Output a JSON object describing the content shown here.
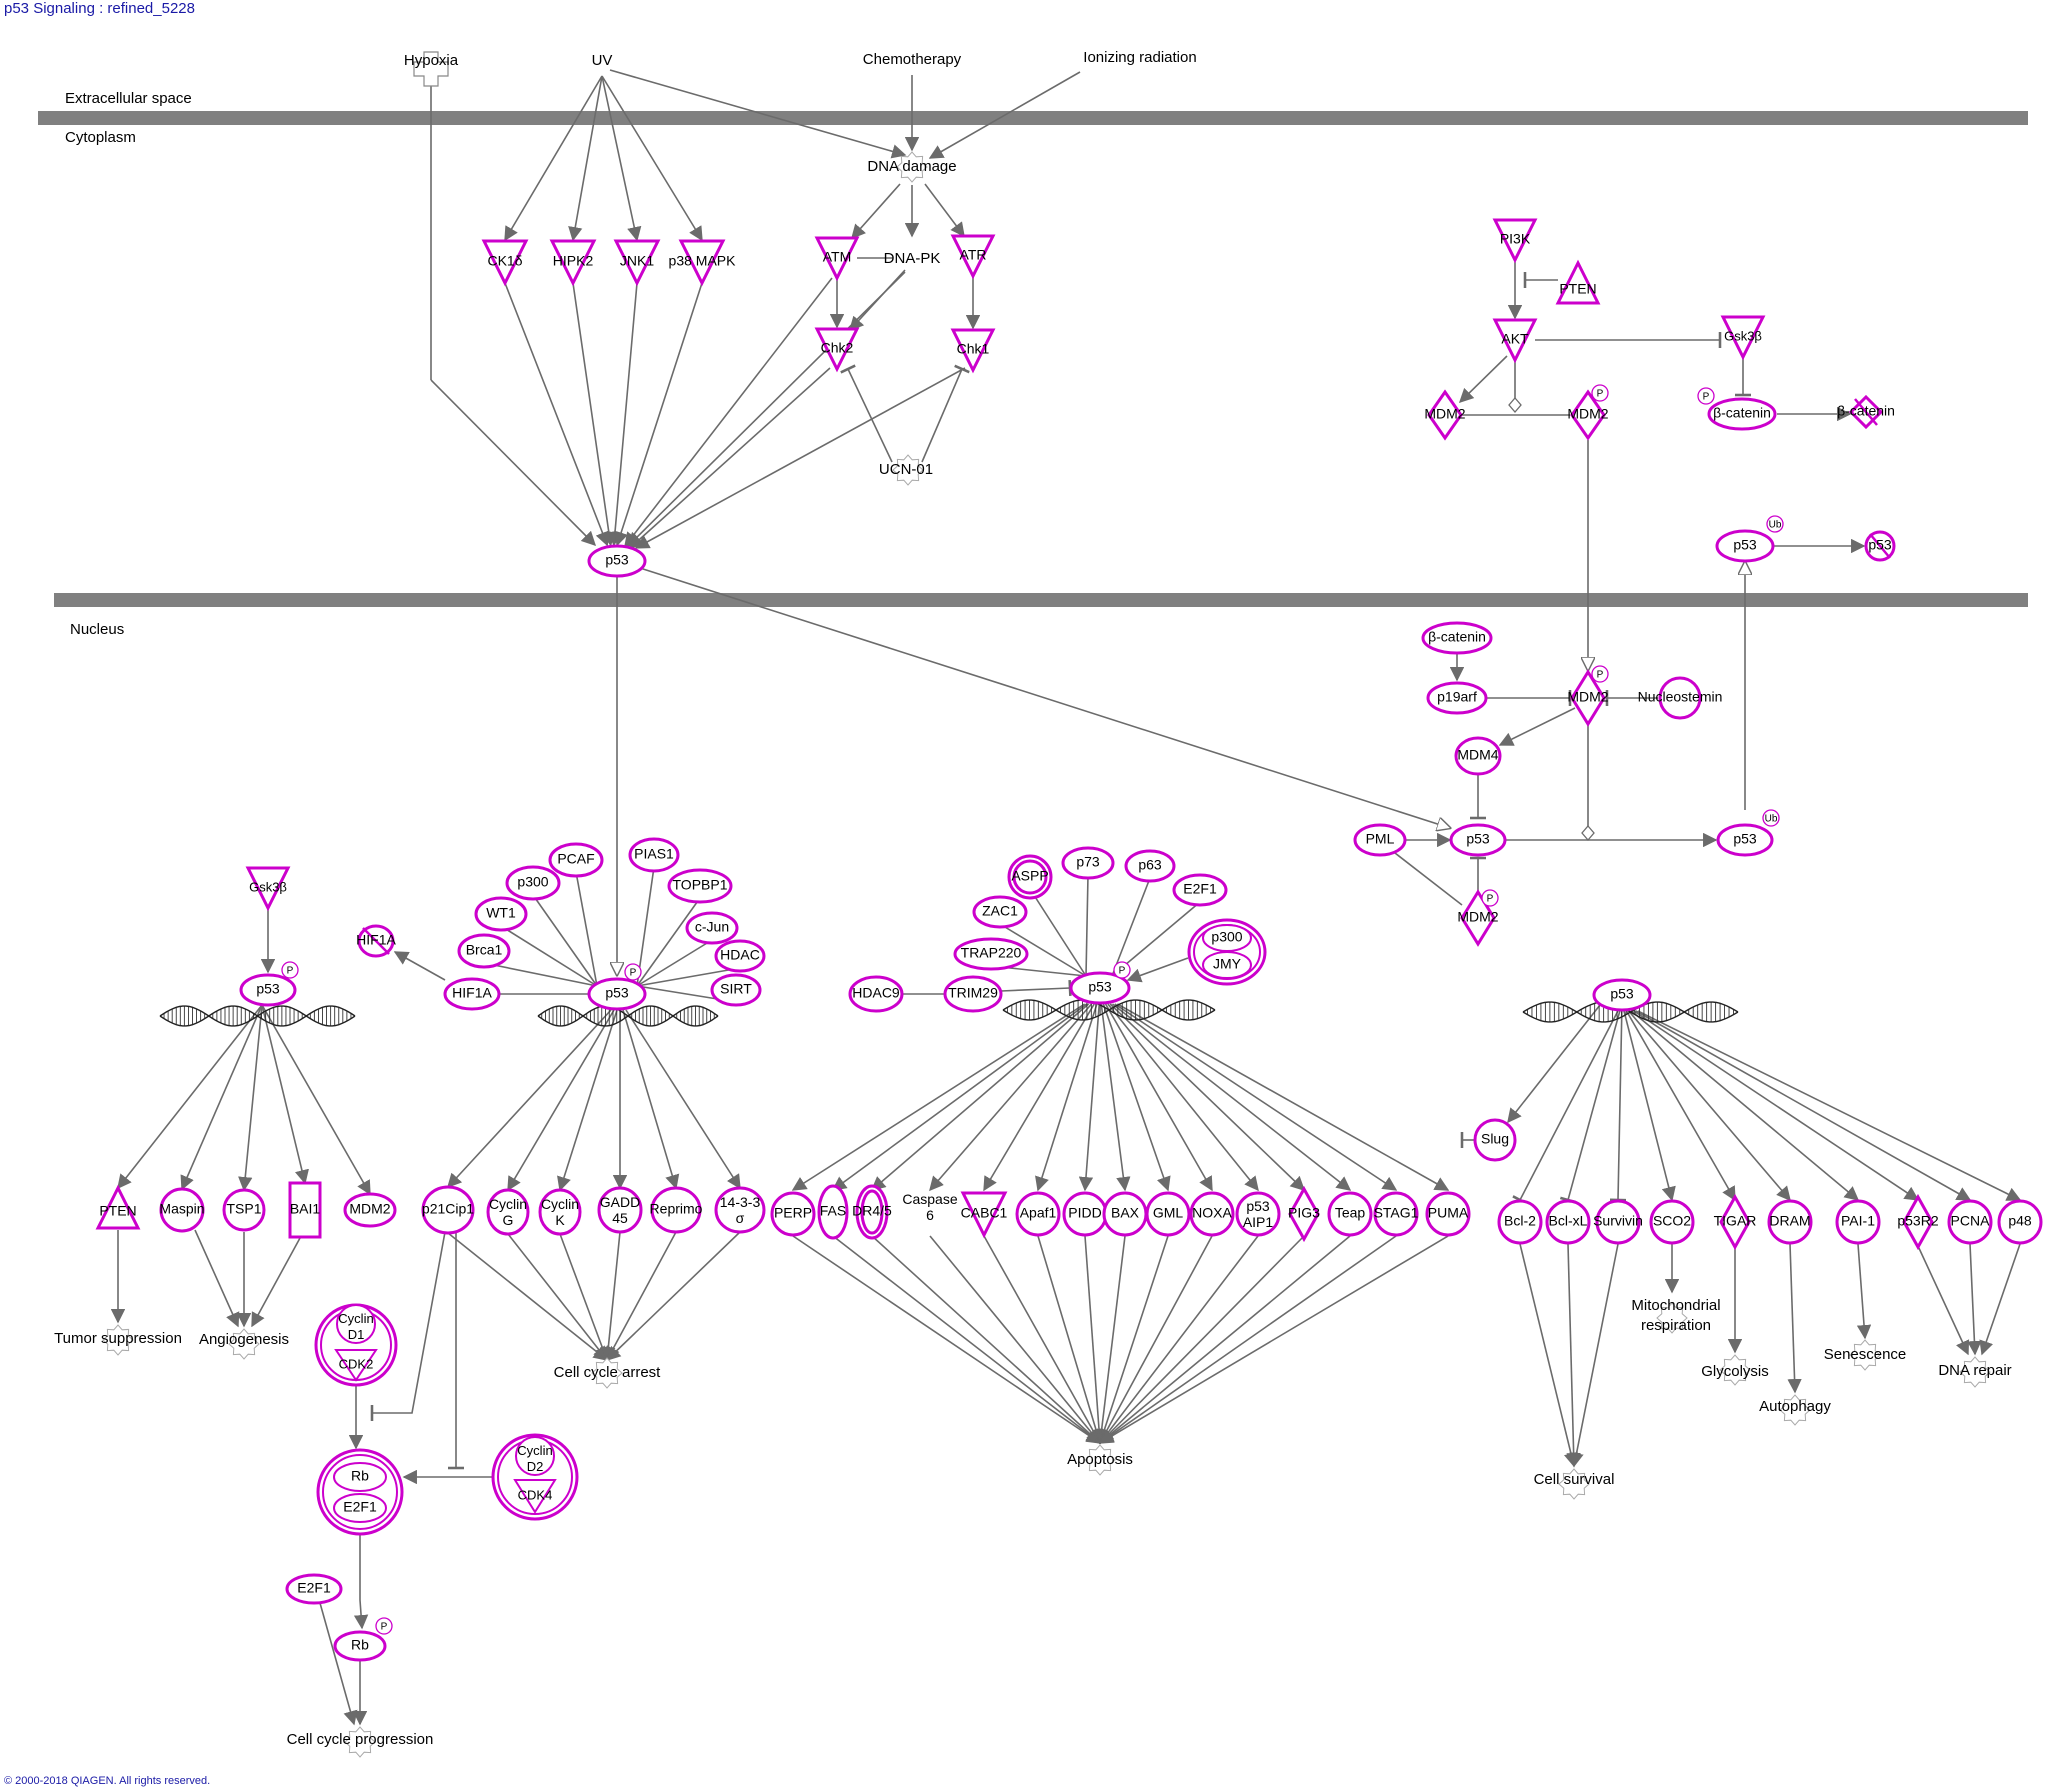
{
  "header": {
    "title": "p53 Signaling : refined_5228"
  },
  "footer": {
    "copyright": "© 2000-2018 QIAGEN. All rights reserved."
  },
  "colors": {
    "node_stroke": "#cc00cc",
    "edge": "#6b6b6b",
    "membrane": "#808080"
  },
  "compartments": [
    "Extracellular space",
    "Cytoplasm",
    "Nucleus"
  ],
  "stimuli": [
    "Hypoxia",
    "UV",
    "Chemotherapy",
    "Ionizing radiation",
    "DNA damage",
    "UCN-01"
  ],
  "nodes": {
    "kinases_uv": [
      "CK1δ",
      "HIPK2",
      "JNK1",
      "p38 MAPK"
    ],
    "damage_kinases": [
      "ATM",
      "DNA-PK",
      "ATR",
      "Chk2",
      "Chk1"
    ],
    "cyto_p53": "p53",
    "pi3k_axis": [
      "PI3K",
      "PTEN",
      "AKT",
      "Gsk3β",
      "MDM2",
      "MDM2",
      "β-catenin",
      "β-catenin",
      "p53",
      "p53"
    ],
    "nuclear_regulators": [
      "β-catenin",
      "p19arf",
      "MDM2",
      "Nucleostemin",
      "MDM4",
      "PML",
      "p53",
      "p53",
      "MDM2"
    ],
    "coactivators_left": [
      "PCAF",
      "PIAS1",
      "p300",
      "TOPBP1",
      "WT1",
      "c-Jun",
      "Brca1",
      "HDAC",
      "SIRT",
      "HIF1A",
      "HIF1A",
      "p53"
    ],
    "coactivators_mid": [
      "ASPP",
      "p73",
      "p63",
      "ZAC1",
      "E2F1",
      "TRAP220",
      "HDAC9",
      "TRIM29",
      "p53",
      "p300",
      "JMY"
    ],
    "gsk_branch": [
      "Gsk3β",
      "p53",
      "PTEN",
      "Maspin",
      "TSP1",
      "BAI1",
      "MDM2"
    ],
    "cell_cycle_targets": [
      "p21Cip1",
      "Cyclin G",
      "Cyclin K",
      "GADD 45",
      "Reprimo",
      "14-3-3 σ"
    ],
    "rb_complex": [
      "Cyclin D1",
      "CDK2",
      "Rb",
      "E2F1",
      "Cyclin D2",
      "CDK4",
      "E2F1",
      "Rb"
    ],
    "apoptosis_targets": [
      "PERP",
      "FAS",
      "DR4/5",
      "Caspase 6",
      "CABC1",
      "Apaf1",
      "PIDD",
      "BAX",
      "GML",
      "NOXA",
      "p53 AIP1",
      "PIG3",
      "Teap",
      "STAG1",
      "PUMA"
    ],
    "right_p53": "p53",
    "survival_targets": [
      "Slug",
      "Bcl-2",
      "Bcl-xL",
      "Survivin",
      "SCO2",
      "TIGAR",
      "DRAM",
      "PAI-1",
      "p53R2",
      "PCNA",
      "p48"
    ]
  },
  "outcomes": [
    "Tumor suppression",
    "Angiogenesis",
    "Cell cycle arrest",
    "Cell cycle progression",
    "Apoptosis",
    "Cell survival",
    "Mitochondrial respiration",
    "Glycolysis",
    "Autophagy",
    "Senescence",
    "DNA repair"
  ],
  "modifiers": {
    "phospho": "P",
    "ubiquitin": "Ub"
  }
}
